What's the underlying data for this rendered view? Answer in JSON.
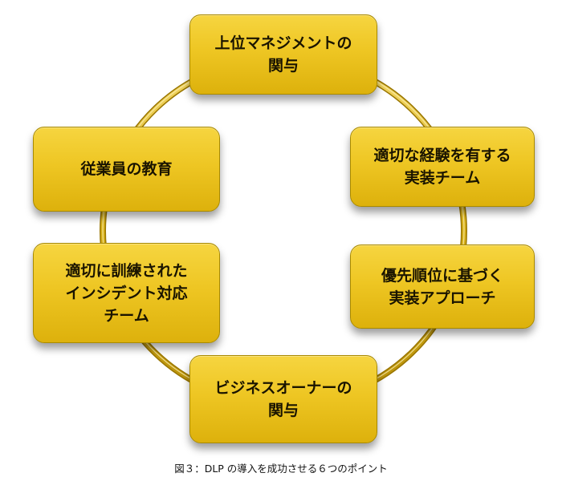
{
  "colors": {
    "node_fill_top": "#f6d540",
    "node_fill_bottom": "#ddb10c",
    "ring_gold": "#d9b21a",
    "text": "#1a1400"
  },
  "nodes": {
    "top": "上位マネジメントの\n関与",
    "upper_left": "従業員の教育",
    "upper_right": "適切な経験を有する\n実装チーム",
    "lower_left": "適切に訓練された\nインシデント対応\nチーム",
    "lower_right": "優先順位に基づく\n実装アプローチ",
    "bottom": "ビジネスオーナーの\n関与"
  },
  "caption": "図３：DLP の導入を成功させる６つのポイント"
}
